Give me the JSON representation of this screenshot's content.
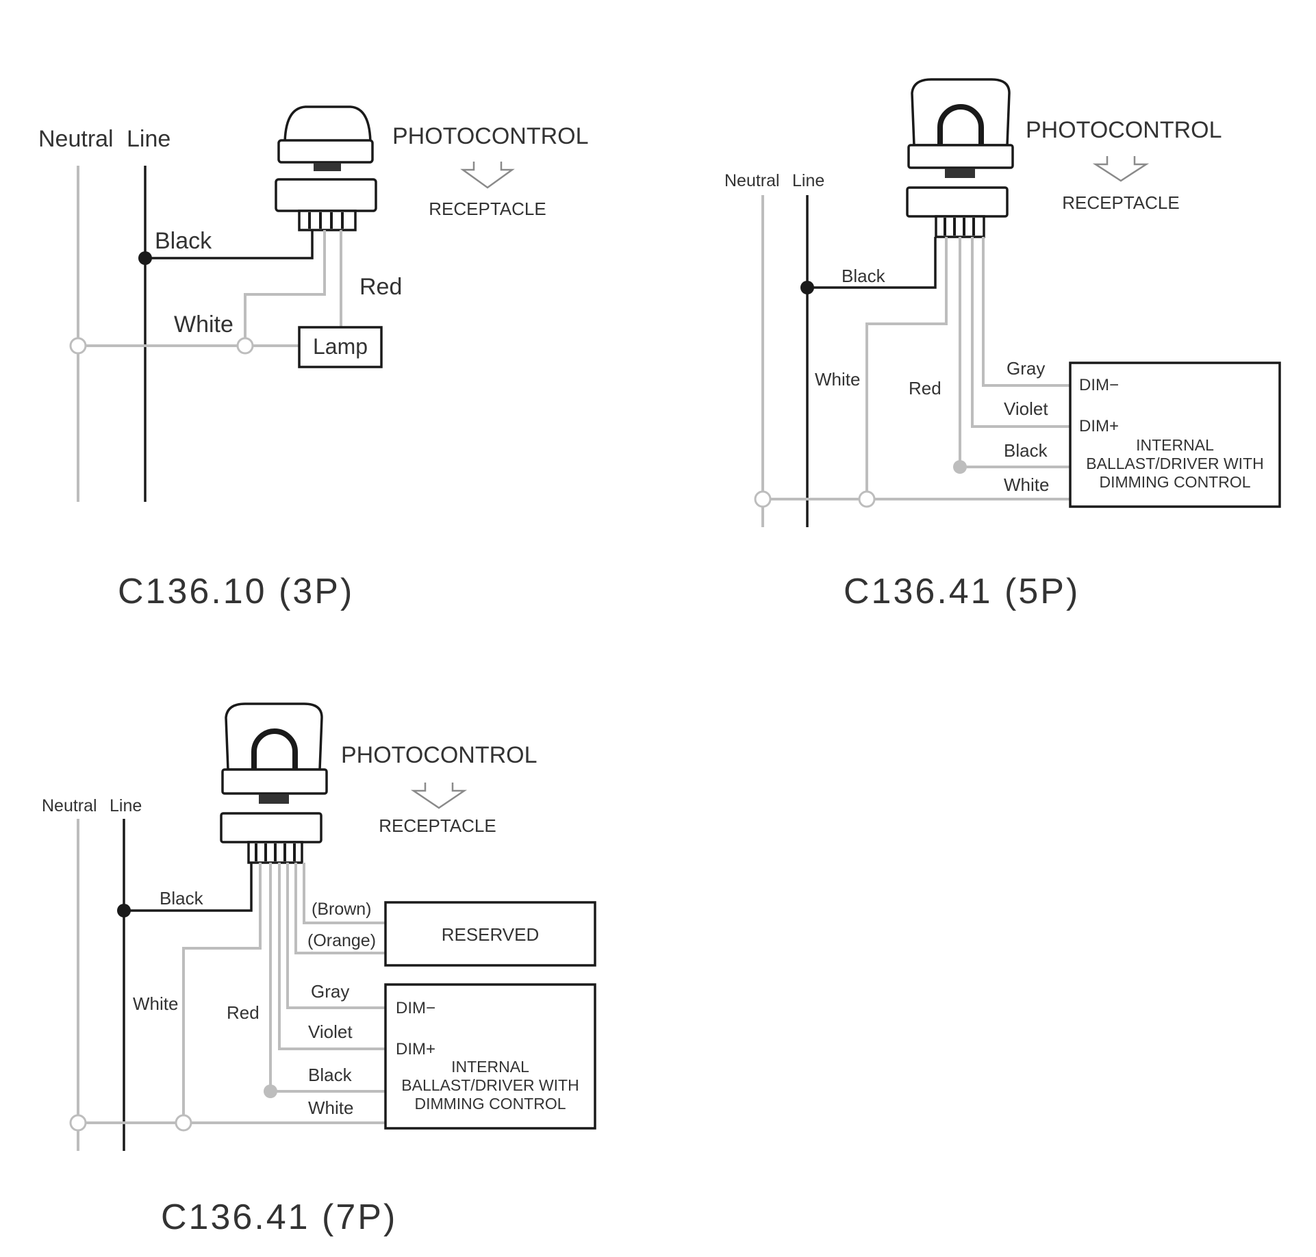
{
  "colors": {
    "line_wire": "#1a1a1a",
    "neutral_wire": "#bdbdbd",
    "text": "#333333",
    "background": "#ffffff"
  },
  "diagrams": [
    {
      "caption": "C136.10 (3P)",
      "neutral_label": "Neutral",
      "line_label": "Line",
      "photocontrol_label": "PHOTOCONTROL",
      "receptacle_label": "RECEPTACLE",
      "wires": {
        "black": "Black",
        "white": "White",
        "red": "Red"
      },
      "load_label": "Lamp"
    },
    {
      "caption": "C136.41 (5P)",
      "neutral_label": "Neutral",
      "line_label": "Line",
      "photocontrol_label": "PHOTOCONTROL",
      "receptacle_label": "RECEPTACLE",
      "wires": {
        "black": "Black",
        "white": "White",
        "red": "Red",
        "gray": "Gray",
        "violet": "Violet",
        "driver_black": "Black",
        "driver_white": "White"
      },
      "driver": {
        "dim_minus": "DIM−",
        "dim_plus": "DIM+",
        "lines": [
          "INTERNAL",
          "BALLAST/DRIVER WITH",
          "DIMMING CONTROL"
        ]
      }
    },
    {
      "caption": "C136.41 (7P)",
      "neutral_label": "Neutral",
      "line_label": "Line",
      "photocontrol_label": "PHOTOCONTROL",
      "receptacle_label": "RECEPTACLE",
      "wires": {
        "black": "Black",
        "white": "White",
        "red": "Red",
        "brown": "(Brown)",
        "orange": "(Orange)",
        "gray": "Gray",
        "violet": "Violet",
        "driver_black": "Black",
        "driver_white": "White"
      },
      "reserved_label": "RESERVED",
      "driver": {
        "dim_minus": "DIM−",
        "dim_plus": "DIM+",
        "lines": [
          "INTERNAL",
          "BALLAST/DRIVER WITH",
          "DIMMING CONTROL"
        ]
      }
    }
  ]
}
